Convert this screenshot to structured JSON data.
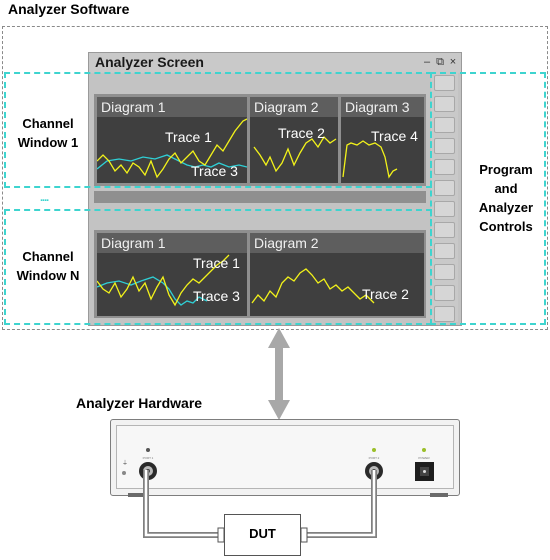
{
  "software": {
    "title": "Analyzer Software"
  },
  "screen": {
    "title": "Analyzer Screen",
    "window_buttons": {
      "minimize": "–",
      "restore": "⧉",
      "close": "×"
    }
  },
  "channel1": {
    "label_line1": "Channel",
    "label_line2": "Window 1",
    "diagrams": [
      {
        "title": "Diagram 1",
        "traces": [
          "Trace 1",
          "Trace 3"
        ]
      },
      {
        "title": "Diagram 2",
        "traces": [
          "Trace 2"
        ]
      },
      {
        "title": "Diagram 3",
        "traces": [
          "Trace 4"
        ]
      }
    ]
  },
  "channelN": {
    "label_line1": "Channel",
    "label_line2": "Window N",
    "diagrams": [
      {
        "title": "Diagram 1",
        "traces": [
          "Trace 1",
          "Trace 3"
        ]
      },
      {
        "title": "Diagram 2",
        "traces": [
          "Trace 2"
        ]
      }
    ]
  },
  "ellipsis": "....",
  "controls": {
    "line1": "Program",
    "line2": "and",
    "line3": "Analyzer",
    "line4": "Controls"
  },
  "hardware": {
    "title": "Analyzer Hardware"
  },
  "dut": {
    "label": "DUT"
  },
  "colors": {
    "trace_yellow": "#f2f21a",
    "trace_cyan": "#2fd0d6",
    "dashed_outline": "#3ed4cf"
  }
}
